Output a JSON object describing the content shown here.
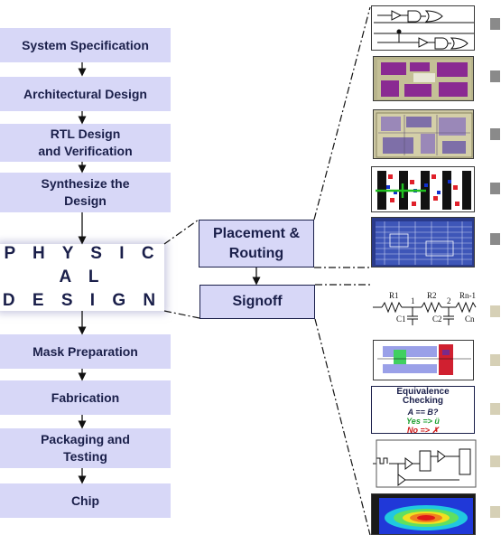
{
  "flow": {
    "system_spec": "System Specification",
    "architectural": "Architectural Design",
    "rtl": "RTL Design\nand Verification",
    "synthesize": "Synthesize the\nDesign",
    "physical": "P H Y S I C A L\nD E S I G N",
    "mask": "Mask Preparation",
    "fabrication": "Fabrication",
    "packaging": "Packaging and\nTesting",
    "chip": "Chip"
  },
  "physical_steps": {
    "placement": "Placement &\nRouting",
    "signoff": "Signoff"
  },
  "thumbnails": {
    "rc_labels": {
      "r1": "R1",
      "r2": "R2",
      "rn": "Rn-1",
      "c1": "C1",
      "c2": "C2",
      "cn": "Cn",
      "n1": "1",
      "n2": "2"
    },
    "equivalence": {
      "title": "Equivalence\nChecking",
      "line1": "A == B?",
      "line2": "Yes => ü",
      "line3": "No => ✗"
    }
  },
  "colors": {
    "box_fill": "#d7d7f7",
    "text": "#1a1f4a",
    "marker_dark": "#8a8a8a",
    "marker_light": "#d6d0b6"
  }
}
